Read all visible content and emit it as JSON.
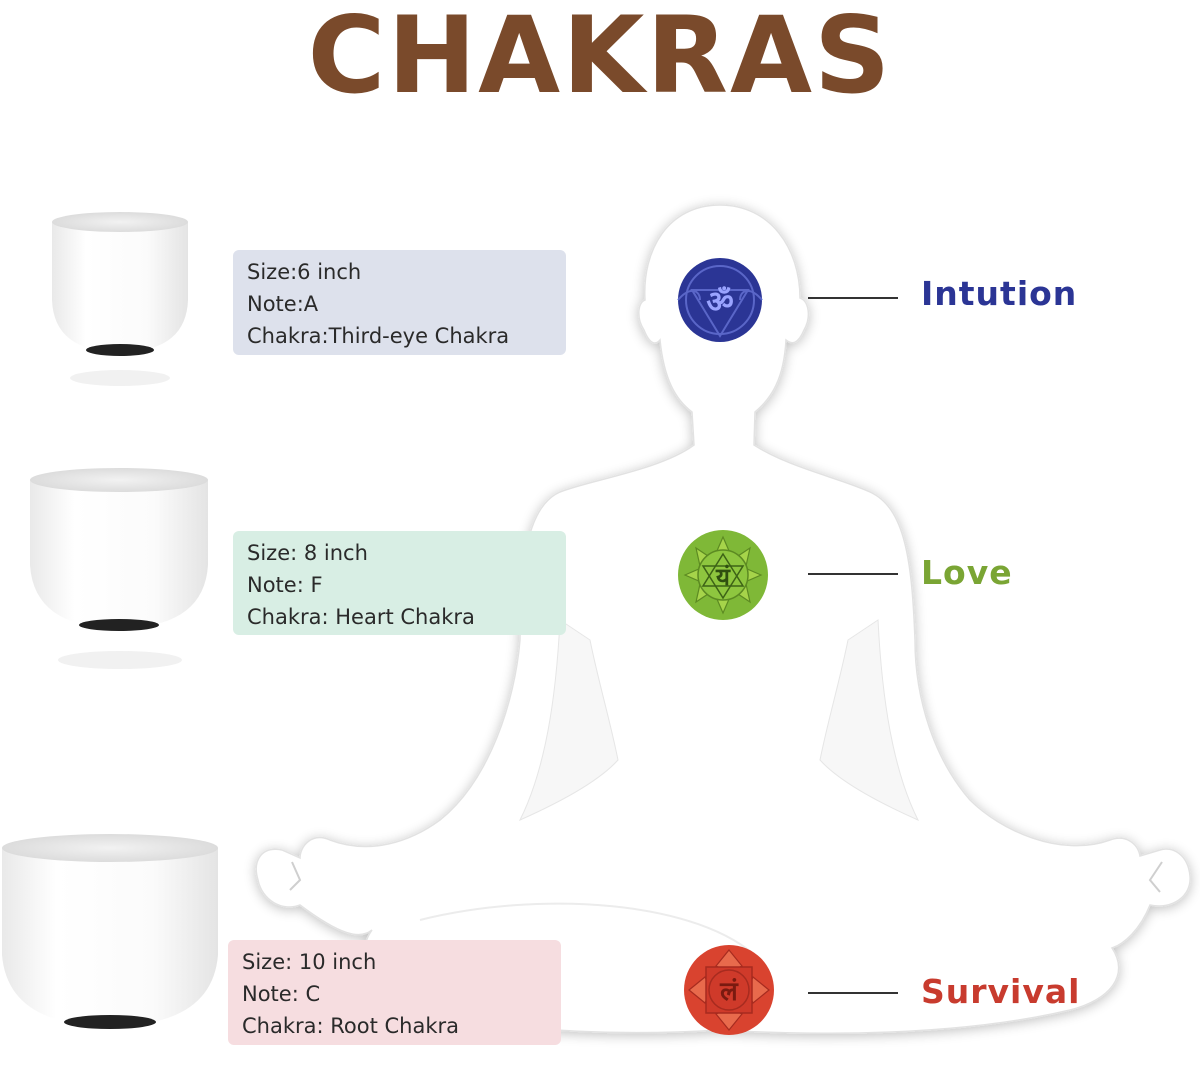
{
  "title": "CHAKRAS",
  "colors": {
    "title": "#7a4a2b",
    "third_eye": "#2b3595",
    "heart": "#7aa534",
    "root": "#c83b2e"
  },
  "chakras": [
    {
      "size": "Size:6 inch",
      "note": "Note:A",
      "chakra": "Chakra:Third-eye Chakra",
      "label": "Intution",
      "symbol": "ॐ",
      "box_color": "#dde1ec",
      "icon": "third-eye-chakra-icon"
    },
    {
      "size": "Size: 8 inch",
      "note": "Note: F",
      "chakra": "Chakra: Heart Chakra",
      "label": "Love",
      "symbol": "यं",
      "box_color": "#d8eee4",
      "icon": "heart-chakra-icon"
    },
    {
      "size": "Size: 10 inch",
      "note": "Note: C",
      "chakra": "Chakra: Root Chakra",
      "label": "Survival",
      "symbol": "लं",
      "box_color": "#f6dde0",
      "icon": "root-chakra-icon"
    }
  ]
}
